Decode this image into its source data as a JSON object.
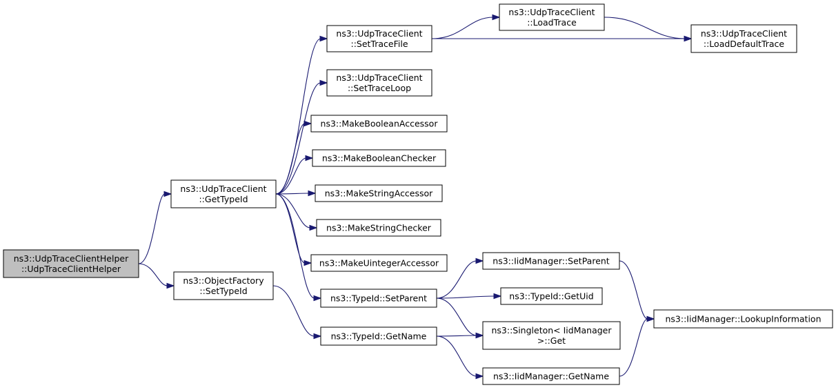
{
  "nodes": [
    {
      "id": "root",
      "lines": [
        "ns3::UdpTraceClientHelper",
        "::UdpTraceClientHelper"
      ],
      "root": true
    },
    {
      "id": "gti",
      "lines": [
        "ns3::UdpTraceClient",
        "::GetTypeId"
      ]
    },
    {
      "id": "of",
      "lines": [
        "ns3::ObjectFactory",
        "::SetTypeId"
      ]
    },
    {
      "id": "stf",
      "lines": [
        "ns3::UdpTraceClient",
        "::SetTraceFile"
      ]
    },
    {
      "id": "stl",
      "lines": [
        "ns3::UdpTraceClient",
        "::SetTraceLoop"
      ]
    },
    {
      "id": "mba",
      "lines": [
        "ns3::MakeBooleanAccessor"
      ]
    },
    {
      "id": "mbc",
      "lines": [
        "ns3::MakeBooleanChecker"
      ]
    },
    {
      "id": "msa",
      "lines": [
        "ns3::MakeStringAccessor"
      ]
    },
    {
      "id": "msc",
      "lines": [
        "ns3::MakeStringChecker"
      ]
    },
    {
      "id": "mua",
      "lines": [
        "ns3::MakeUintegerAccessor"
      ]
    },
    {
      "id": "tsp",
      "lines": [
        "ns3::TypeId::SetParent"
      ]
    },
    {
      "id": "tgn",
      "lines": [
        "ns3::TypeId::GetName"
      ]
    },
    {
      "id": "lt",
      "lines": [
        "ns3::UdpTraceClient",
        "::LoadTrace"
      ]
    },
    {
      "id": "ldt",
      "lines": [
        "ns3::UdpTraceClient",
        "::LoadDefaultTrace"
      ]
    },
    {
      "id": "isp",
      "lines": [
        "ns3::IidManager::SetParent"
      ]
    },
    {
      "id": "tgu",
      "lines": [
        "ns3::TypeId::GetUid"
      ]
    },
    {
      "id": "sg",
      "lines": [
        "ns3::Singleton< IidManager",
        ">::Get"
      ]
    },
    {
      "id": "ign",
      "lines": [
        "ns3::IidManager::GetName"
      ]
    },
    {
      "id": "ili",
      "lines": [
        "ns3::IidManager::LookupInformation"
      ]
    }
  ],
  "edges": [
    {
      "from": "root",
      "to": "gti"
    },
    {
      "from": "root",
      "to": "of"
    },
    {
      "from": "gti",
      "to": "stf"
    },
    {
      "from": "gti",
      "to": "stl"
    },
    {
      "from": "gti",
      "to": "mba"
    },
    {
      "from": "gti",
      "to": "mbc"
    },
    {
      "from": "gti",
      "to": "msa"
    },
    {
      "from": "gti",
      "to": "msc"
    },
    {
      "from": "gti",
      "to": "mua"
    },
    {
      "from": "gti",
      "to": "tsp"
    },
    {
      "from": "of",
      "to": "tgn"
    },
    {
      "from": "stf",
      "to": "lt"
    },
    {
      "from": "stf",
      "to": "ldt"
    },
    {
      "from": "lt",
      "to": "ldt"
    },
    {
      "from": "tsp",
      "to": "isp"
    },
    {
      "from": "tsp",
      "to": "tgu"
    },
    {
      "from": "tsp",
      "to": "sg"
    },
    {
      "from": "tgn",
      "to": "sg"
    },
    {
      "from": "tgn",
      "to": "ign"
    },
    {
      "from": "isp",
      "to": "ili"
    },
    {
      "from": "ign",
      "to": "ili"
    }
  ],
  "colors": {
    "edge": "#191970",
    "root_fill": "#bfbfbf",
    "node_fill": "#ffffff",
    "border": "#000000"
  }
}
